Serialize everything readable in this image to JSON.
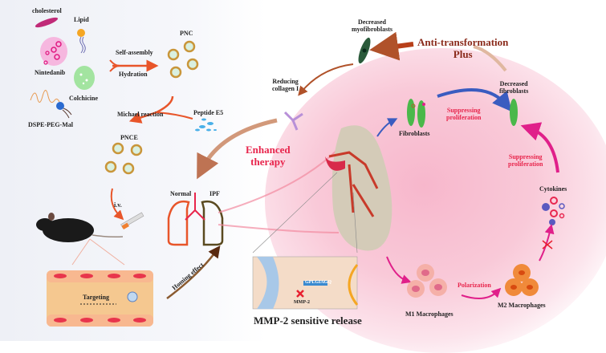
{
  "title": "PNCE nanoparticle mechanism for IPF therapy",
  "preparation": {
    "components": [
      "cholesterol",
      "Lipid",
      "Nintedanib",
      "Colchicine",
      "DSPE-PEG-Mal"
    ],
    "step1_top": "Self-assembly",
    "step1_bottom": "Hydration",
    "product1": "PNC",
    "step2": "Michael reaction",
    "ligand": "Peptide E5",
    "product2": "PNCE"
  },
  "delivery": {
    "route": "i.v.",
    "vessel_label": "Targeting",
    "homing": "Homing effect",
    "lung_normal": "Normal",
    "lung_ipf": "IPF"
  },
  "release": {
    "title": "MMP-2 sensitive release",
    "peptide": "GPLGIAGQ",
    "enzyme": "MMP-2"
  },
  "effects": {
    "enhanced": [
      "Enhanced",
      "therapy"
    ],
    "reducing_collagen": [
      "Reducing",
      "collagen I"
    ],
    "decreased_myofibroblasts": [
      "Decreased",
      "myofibroblasts"
    ],
    "anti_transformation": [
      "Anti-transformation",
      "Plus"
    ],
    "decreased_fibroblasts": [
      "Decreased",
      "fibroblasts"
    ],
    "fibroblasts": "Fibroblasts",
    "suppressing1": [
      "Suppressing",
      "proliferation"
    ],
    "suppressing2": [
      "Suppressing",
      "proliferation"
    ],
    "cytokines": "Cytokines",
    "m1": "M1 Macrophages",
    "m2": "M2 Macrophages",
    "polarization": "Polarization"
  },
  "colors": {
    "accent_red": "#e8254c",
    "arrow_orange": "#e8552a",
    "brown": "#8a2a1a",
    "pink_bg": "#f9c9d8",
    "magenta": "#e0208a",
    "blue": "#3a5cc0"
  }
}
